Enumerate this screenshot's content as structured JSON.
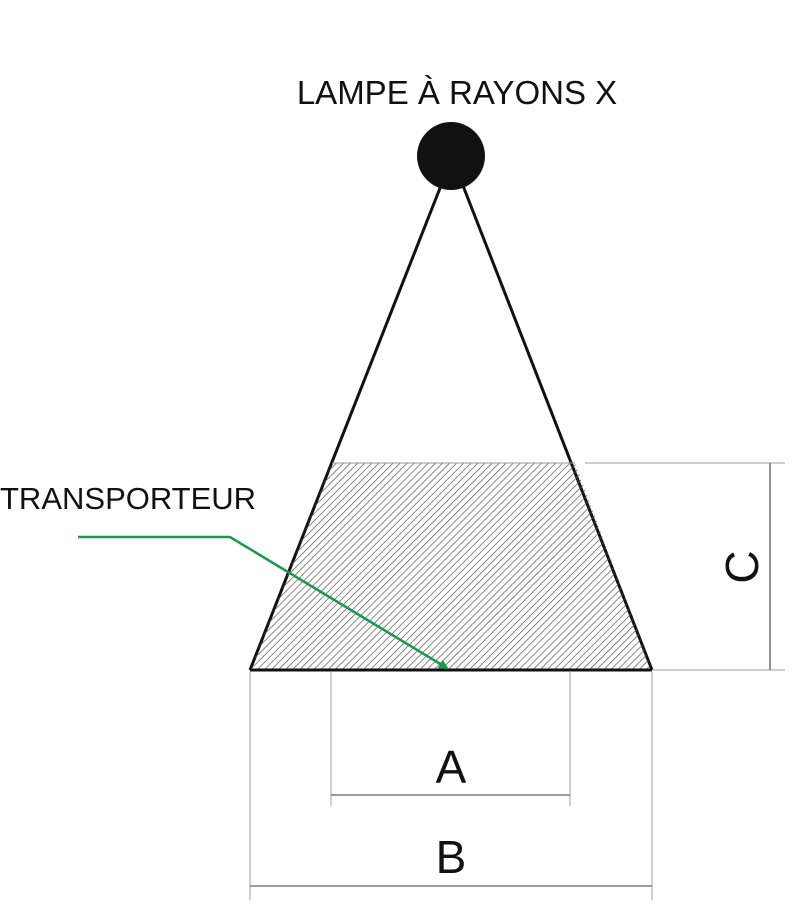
{
  "diagram": {
    "source_label": "LAMPE À RAYONS X",
    "conveyor_label": "TRANSPORTEUR",
    "dimensions": {
      "a": "A",
      "b": "B",
      "c": "C"
    },
    "colors": {
      "beam": "#111111",
      "source": "#111111",
      "hatch": "#555555",
      "pointer": "#1a9a4a",
      "dimension": "#7a7a7a"
    },
    "icons": {
      "source": "circle-icon",
      "pointer": "arrow-icon"
    }
  }
}
